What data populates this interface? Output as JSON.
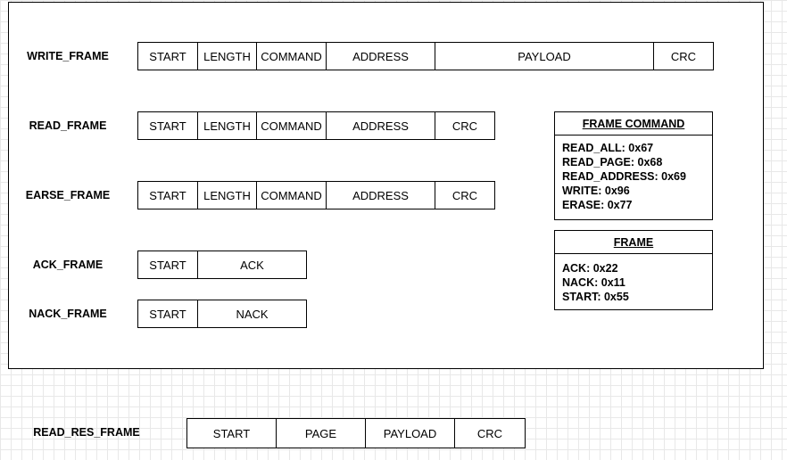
{
  "frames": {
    "write": {
      "label": "WRITE_FRAME",
      "fields": [
        "START",
        "LENGTH",
        "COMMAND",
        "ADDRESS",
        "PAYLOAD",
        "CRC"
      ]
    },
    "read": {
      "label": "READ_FRAME",
      "fields": [
        "START",
        "LENGTH",
        "COMMAND",
        "ADDRESS",
        "CRC"
      ]
    },
    "earse": {
      "label": "EARSE_FRAME",
      "fields": [
        "START",
        "LENGTH",
        "COMMAND",
        "ADDRESS",
        "CRC"
      ]
    },
    "ack": {
      "label": "ACK_FRAME",
      "fields": [
        "START",
        "ACK"
      ]
    },
    "nack": {
      "label": "NACK_FRAME",
      "fields": [
        "START",
        "NACK"
      ]
    },
    "read_res": {
      "label": "READ_RES_FRAME",
      "fields": [
        "START",
        "PAGE",
        "PAYLOAD",
        "CRC"
      ]
    }
  },
  "frame_command": {
    "title": "FRAME COMMAND",
    "lines": [
      "READ_ALL: 0x67",
      "READ_PAGE: 0x68",
      "READ_ADDRESS: 0x69",
      "WRITE: 0x96",
      "ERASE: 0x77"
    ]
  },
  "frame": {
    "title": "FRAME",
    "lines": [
      "ACK: 0x22",
      "NACK: 0x11",
      "START: 0x55"
    ]
  }
}
